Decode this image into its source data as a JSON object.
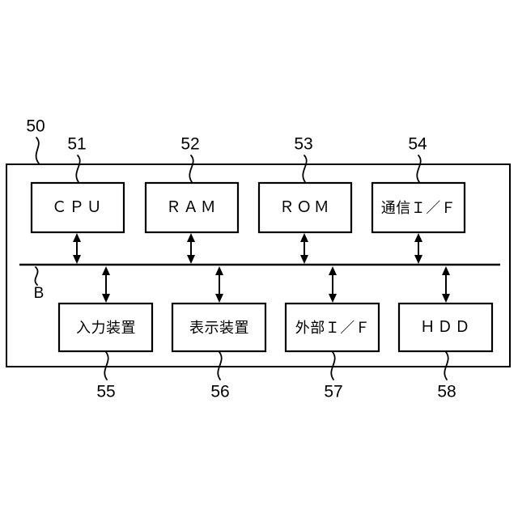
{
  "figure": {
    "background_color": "#ffffff",
    "line_color": "#000000",
    "outer_ref": "50",
    "bus_label": "B",
    "top_blocks": [
      {
        "label": "ＣＰＵ",
        "ref": "51"
      },
      {
        "label": "ＲＡＭ",
        "ref": "52"
      },
      {
        "label": "ＲＯＭ",
        "ref": "53"
      },
      {
        "label": "通信Ｉ／Ｆ",
        "ref": "54"
      }
    ],
    "bottom_blocks": [
      {
        "label": "入力装置",
        "ref": "55"
      },
      {
        "label": "表示装置",
        "ref": "56"
      },
      {
        "label": "外部Ｉ／Ｆ",
        "ref": "57"
      },
      {
        "label": "ＨＤＤ",
        "ref": "58"
      }
    ]
  }
}
